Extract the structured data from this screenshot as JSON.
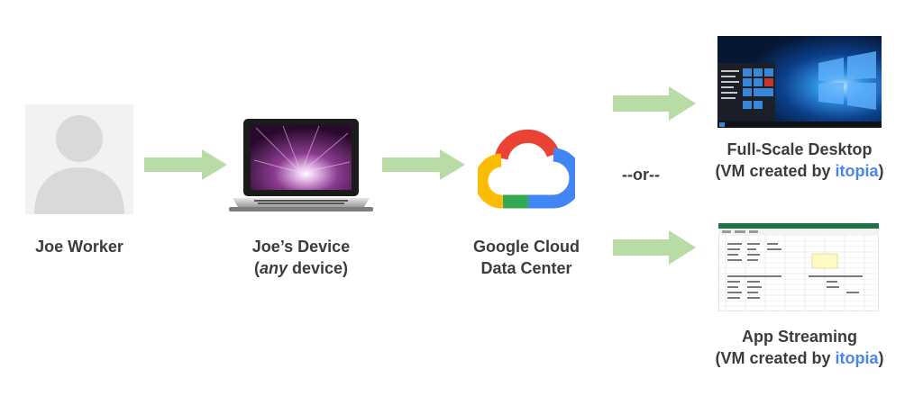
{
  "nodes": {
    "worker": {
      "label": "Joe Worker"
    },
    "device": {
      "line1": "Joe’s Device",
      "line2_open": "(",
      "line2_em": "any",
      "line2_rest": " device)"
    },
    "cloud": {
      "line1": "Google Cloud",
      "line2": "Data Center"
    },
    "desktop": {
      "line1": "Full-Scale Desktop",
      "line2_open": "(VM created by ",
      "brand": "itopia",
      "line2_close": ")"
    },
    "app": {
      "line1": "App Streaming",
      "line2_open": "(VM created by ",
      "brand": "itopia",
      "line2_close": ")"
    }
  },
  "separator": "--or--",
  "colors": {
    "arrow": "#b9dca6",
    "person": "#d9d9d9",
    "brand": "#4a86e8",
    "google_red": "#ea4335",
    "google_yellow": "#fbbc04",
    "google_green": "#34a853",
    "google_blue": "#4285f4"
  },
  "icons": [
    "person-icon",
    "laptop-icon",
    "google-cloud-logo",
    "windows-desktop-screenshot",
    "spreadsheet-screenshot"
  ]
}
